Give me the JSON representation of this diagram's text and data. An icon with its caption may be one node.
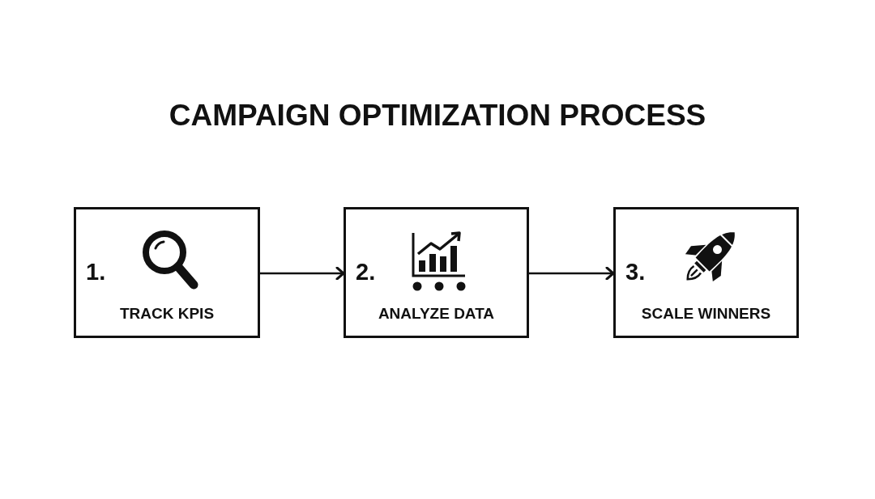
{
  "diagram": {
    "title": "CAMPAIGN OPTIMIZATION PROCESS",
    "nodes": [
      {
        "text": [
          "1.",
          "TRACK KPIS"
        ]
      },
      {
        "text": [
          "2.",
          "ANALYZE DATA"
        ]
      },
      {
        "text": [
          "3.",
          "SCALE WINNERS"
        ]
      }
    ],
    "edges": [
      {
        "from": 0,
        "to": 1,
        "arrow": "to"
      },
      {
        "from": 1,
        "to": 2,
        "arrow": "to"
      }
    ]
  }
}
